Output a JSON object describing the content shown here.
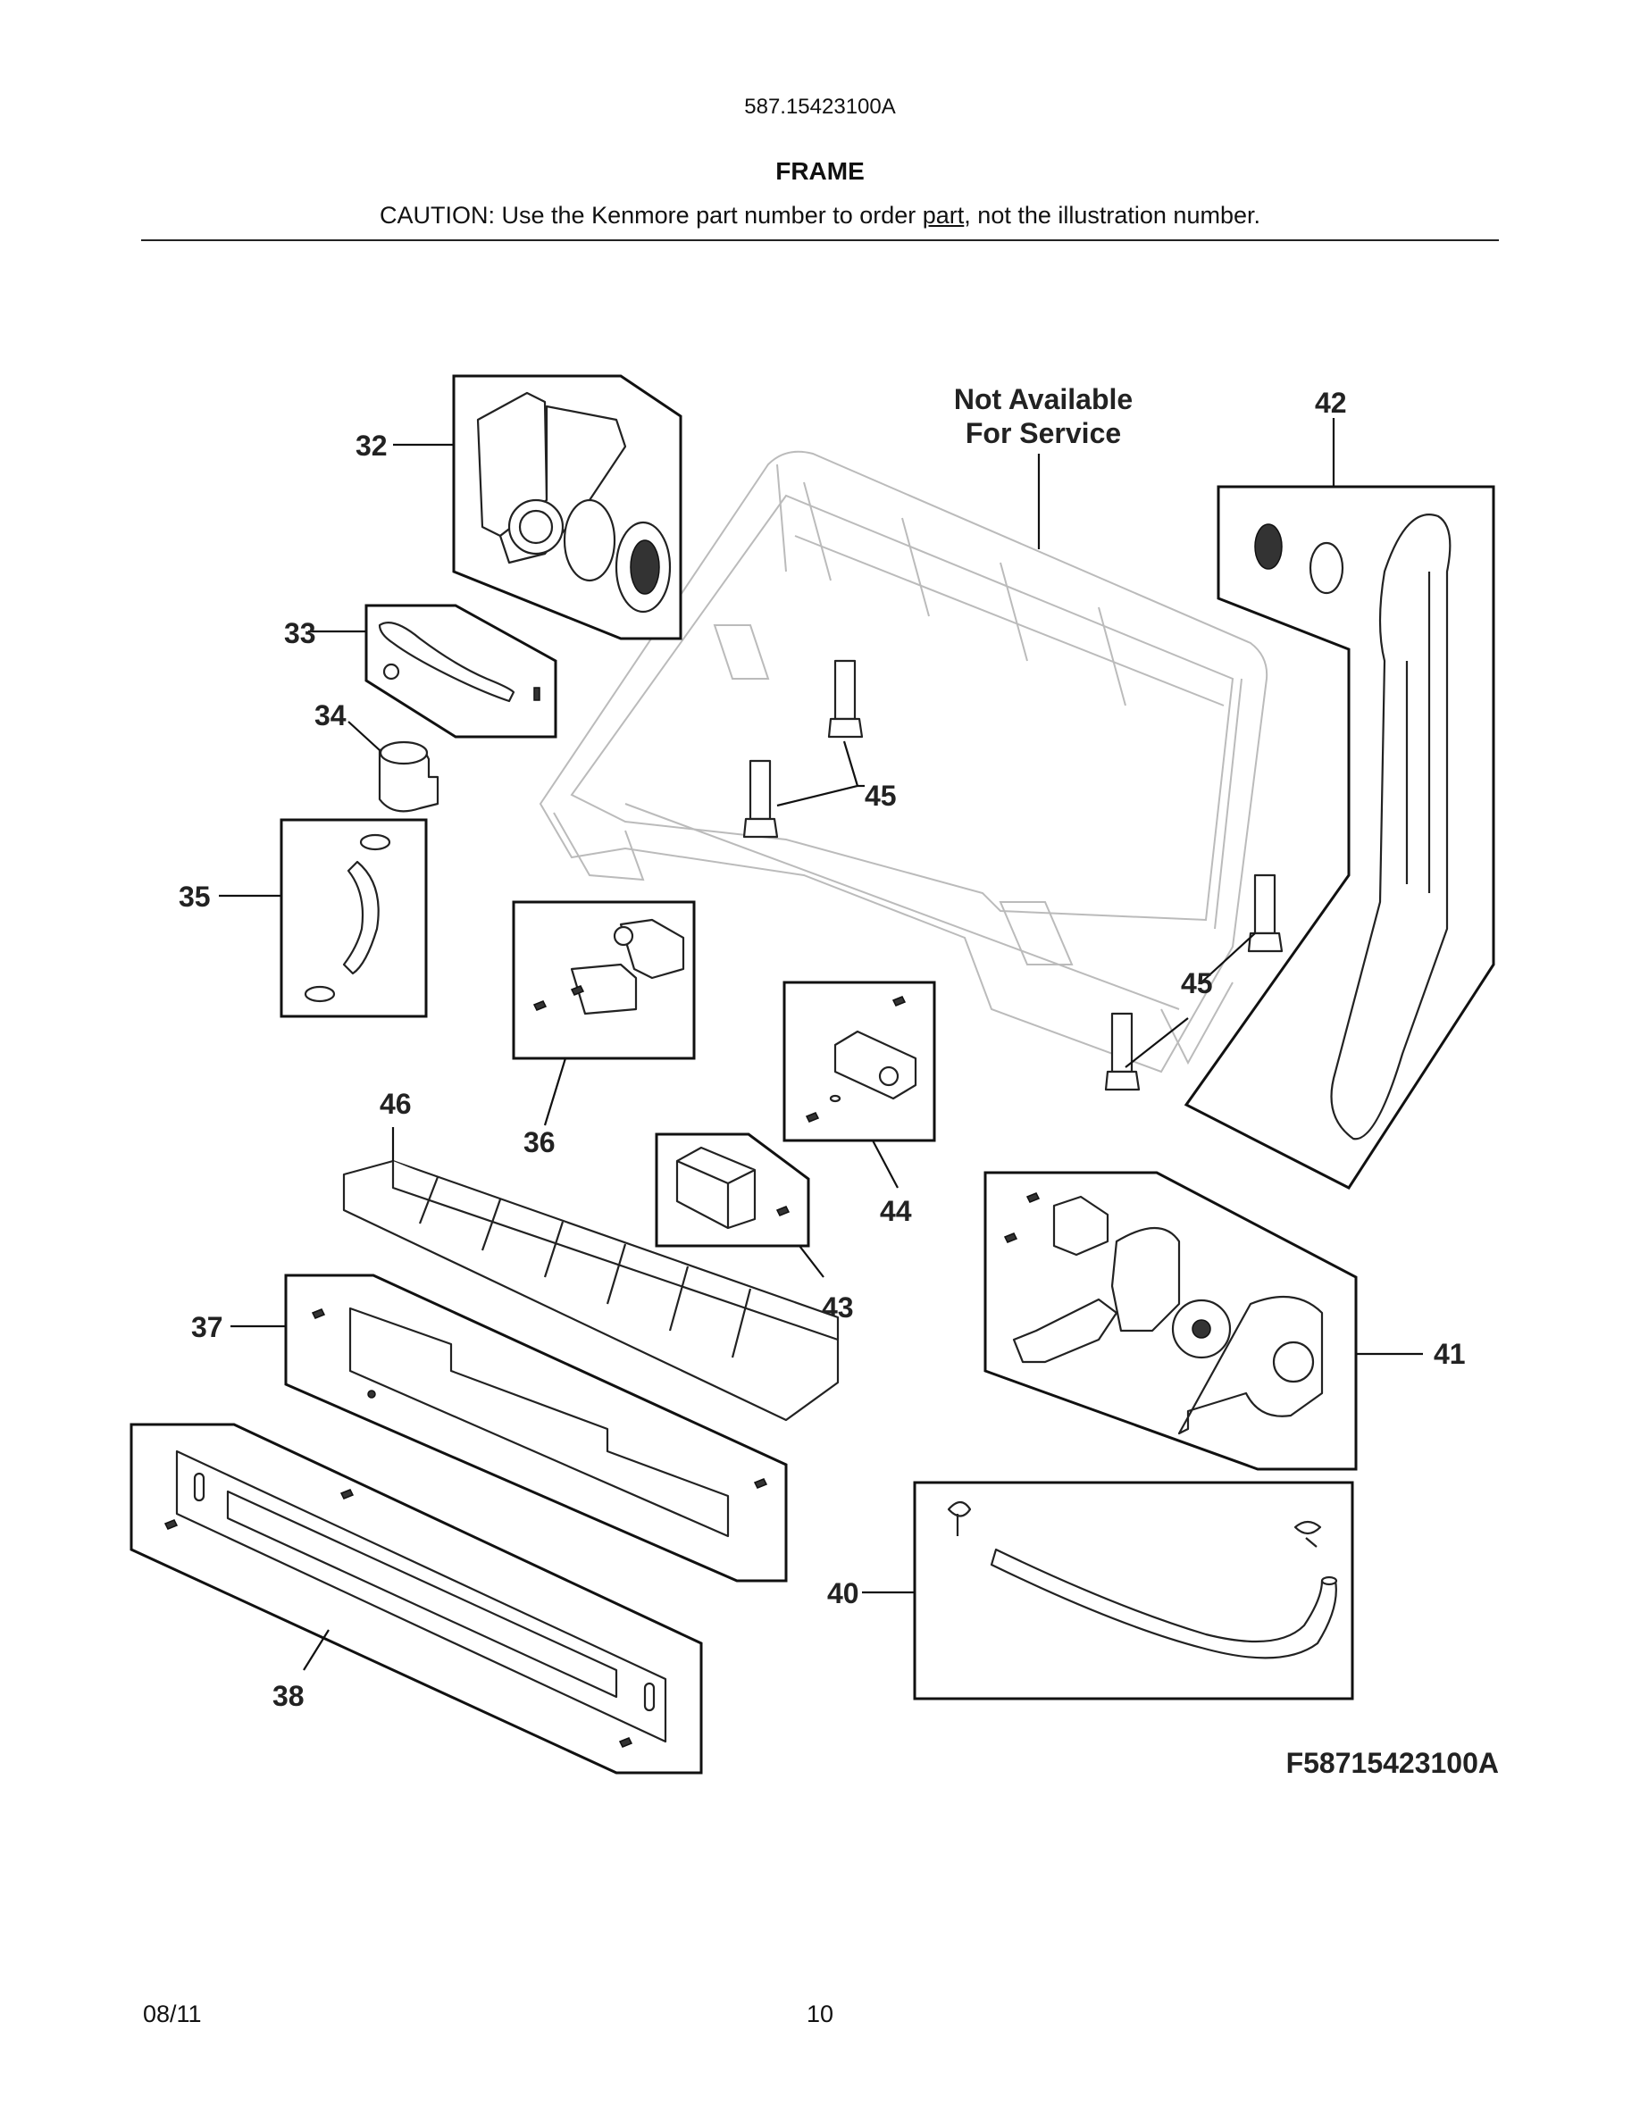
{
  "header": {
    "model_number": "587.15423100A",
    "section_title": "FRAME",
    "caution_prefix": "CAUTION: Use the Kenmore part number to order ",
    "caution_link": "part",
    "caution_suffix": ", not the illustration number."
  },
  "diagram": {
    "not_available_line1": "Not Available",
    "not_available_line2": "For Service",
    "figure_id": "F58715423100A",
    "callouts": {
      "c32": "32",
      "c33": "33",
      "c34": "34",
      "c35": "35",
      "c36": "36",
      "c37": "37",
      "c38": "38",
      "c40": "40",
      "c41": "41",
      "c42": "42",
      "c43": "43",
      "c44": "44",
      "c45a": "45",
      "c45b": "45",
      "c46": "46"
    }
  },
  "footer": {
    "date": "08/11",
    "page": "10"
  }
}
